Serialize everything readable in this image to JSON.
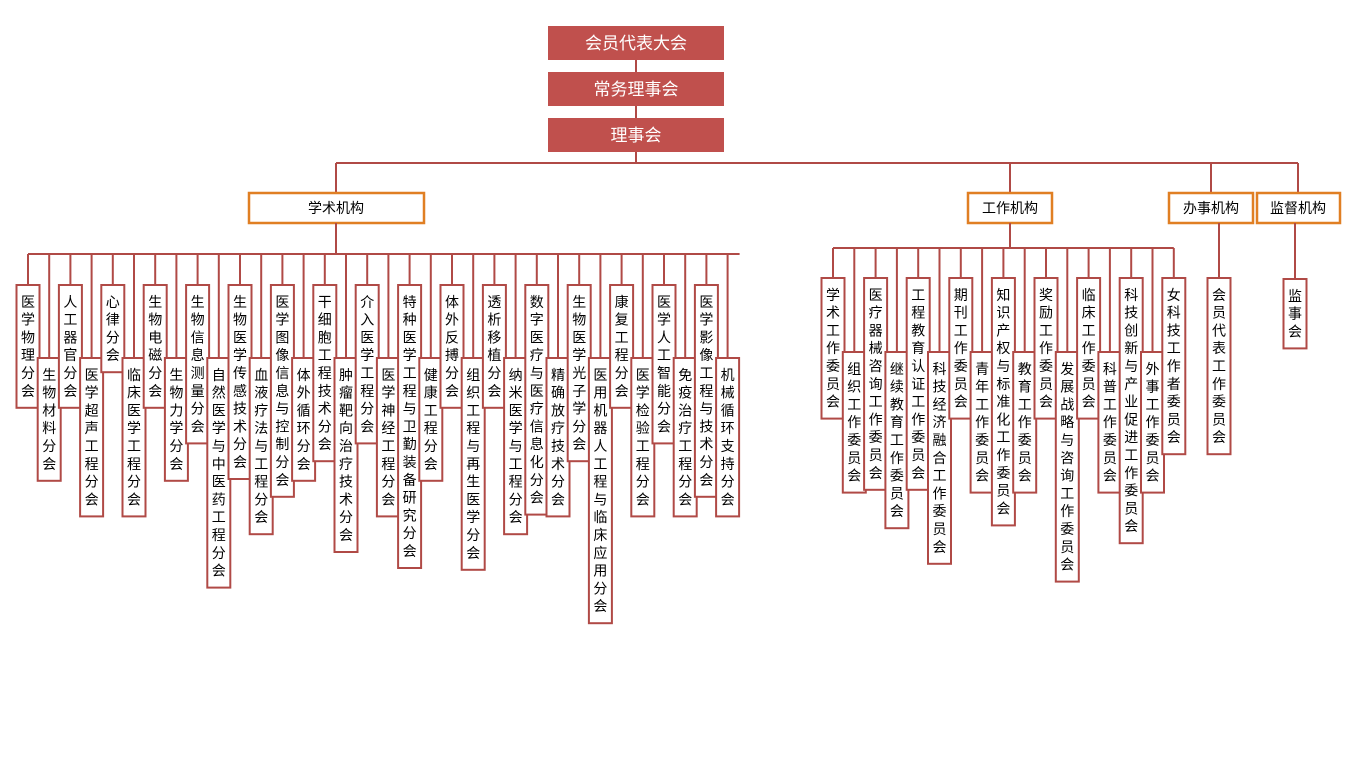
{
  "top_nodes": [
    "会员代表大会",
    "常务理事会",
    "理事会"
  ],
  "categories": {
    "academic": "学术机构",
    "working": "工作机构",
    "office": "办事机构",
    "supervision": "监督机构"
  },
  "academic_branches": [
    "医学物理分会",
    "生物材料分会",
    "人工器官分会",
    "医学超声工程分会",
    "心律分会",
    "临床医学工程分会",
    "生物电磁分会",
    "生物力学分会",
    "生物信息测量分会",
    "自然医学与中医药工程分会",
    "生物医学传感技术分会",
    "血液疗法与工程分会",
    "医学图像信息与控制分会",
    "体外循环分会",
    "干细胞工程技术分会",
    "肿瘤靶向治疗技术分会",
    "介入医学工程分会",
    "医学神经工程分会",
    "特种医学工程与卫勤装备研究分会",
    "健康工程分会",
    "体外反搏分会",
    "组织工程与再生医学分会",
    "透析移植分会",
    "纳米医学与工程分会",
    "数字医疗与医疗信息化分会",
    "精确放疗技术分会",
    "生物医学光子学分会",
    "医用机器人工程与临床应用分会",
    "康复工程分会",
    "医学检验工程分会",
    "医学人工智能分会",
    "免疫治疗工程分会",
    "医学影像工程与技术分会",
    "机械循环支持分会"
  ],
  "working_committees": [
    "学术工作委员会",
    "组织工作委员会",
    "医疗器械咨询工作委员会",
    "继续教育工作委员会",
    "工程教育认证工作委员会",
    "科技经济融合工作委员会",
    "期刊工作委员会",
    "青年工作委员会",
    "知识产权与标准化工作委员会",
    "教育工作委员会",
    "奖励工作委员会",
    "发展战略与咨询工作委员会",
    "临床工作委员会",
    "科普工作委员会",
    "科技创新与产业促进工作委员会",
    "外事工作委员会",
    "女科技工作者委员会"
  ],
  "office_units": [
    "会员代表工作委员会"
  ],
  "supervision_units": [
    "监事会"
  ]
}
